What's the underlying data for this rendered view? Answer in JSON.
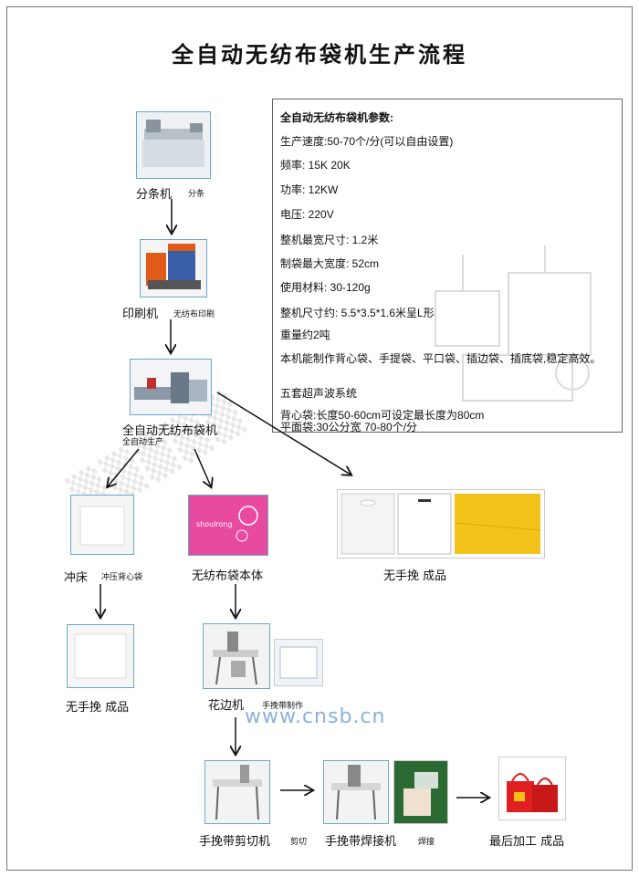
{
  "title": "全自动无纺布袋机生产流程",
  "params": {
    "heading": "全自动无纺布袋机参数:",
    "lines": [
      "生产速度:50-70个/分(可以自由设置)",
      "频率: 15K 20K",
      "功率: 12KW",
      "电压: 220V",
      "整机最宽尺寸: 1.2米",
      "制袋最大宽度: 52cm",
      "使用材料: 30-120g",
      "整机尺寸约: 5.5*3.5*1.6米呈L形",
      "重量约2吨",
      "本机能制作背心袋、手提袋、平口袋、插边袋、插底袋,稳定高效。",
      "五套超声波系统",
      "背心袋:长度50-60cm可设定最长度为80cm",
      "平面袋:30公分宽 70-80个/分"
    ]
  },
  "nodes": {
    "slitter": {
      "label": "分条机",
      "sub": "分条"
    },
    "printer": {
      "label": "印刷机",
      "sub": "无纺布印刷"
    },
    "bag_machine": {
      "label": "全自动无纺布袋机",
      "sub": "全自动生产"
    },
    "punch": {
      "label": "冲床",
      "sub": "冲压背心袋"
    },
    "bag_body": {
      "label": "无纺布袋本体"
    },
    "finished_top": {
      "label": "无手挽 成品"
    },
    "finished_left": {
      "label": "无手挽 成品"
    },
    "edge_machine": {
      "label": "花边机",
      "sub": "手挽带制作"
    },
    "handle_cutter": {
      "label": "手挽带剪切机",
      "sub": "剪切"
    },
    "handle_welder": {
      "label": "手挽带焊接机",
      "sub": "焊接"
    },
    "final": {
      "label": "最后加工 成品"
    }
  },
  "bag_print": "shoulrong",
  "watermark": "www.cnsb.cn",
  "colors": {
    "frame": "#6aa8c8",
    "pink_bag": "#e84aa0",
    "yellow_bag": "#f2c21a",
    "red_bag": "#e02020"
  }
}
